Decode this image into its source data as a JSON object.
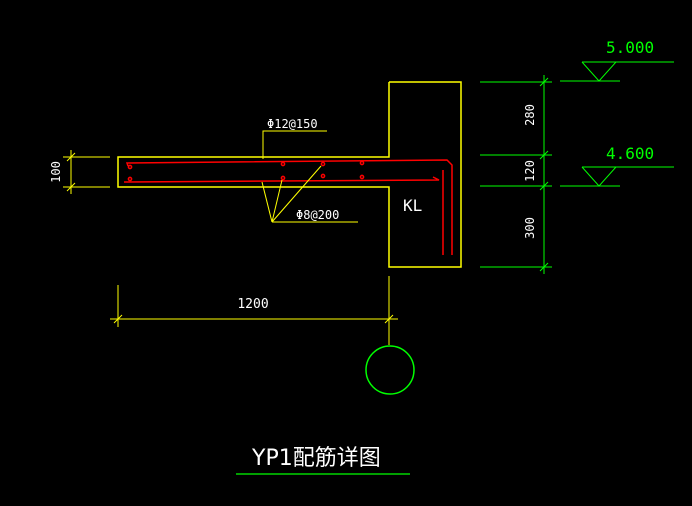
{
  "drawing": {
    "title": "YP1配筋详图",
    "beam_label": "KL",
    "rebar_top": "Φ12@150",
    "rebar_dist": "Φ8@200",
    "dim_thickness": "100",
    "dim_span": "1200",
    "dim_upper": "280",
    "dim_slab": "120",
    "dim_lower": "300",
    "elev_top": "5.000",
    "elev_slab": "4.600"
  },
  "colors": {
    "background": "#000000",
    "outline": "#ffff00",
    "rebar": "#ff0000",
    "dimension": "#00ff00",
    "text": "#ffffff"
  }
}
